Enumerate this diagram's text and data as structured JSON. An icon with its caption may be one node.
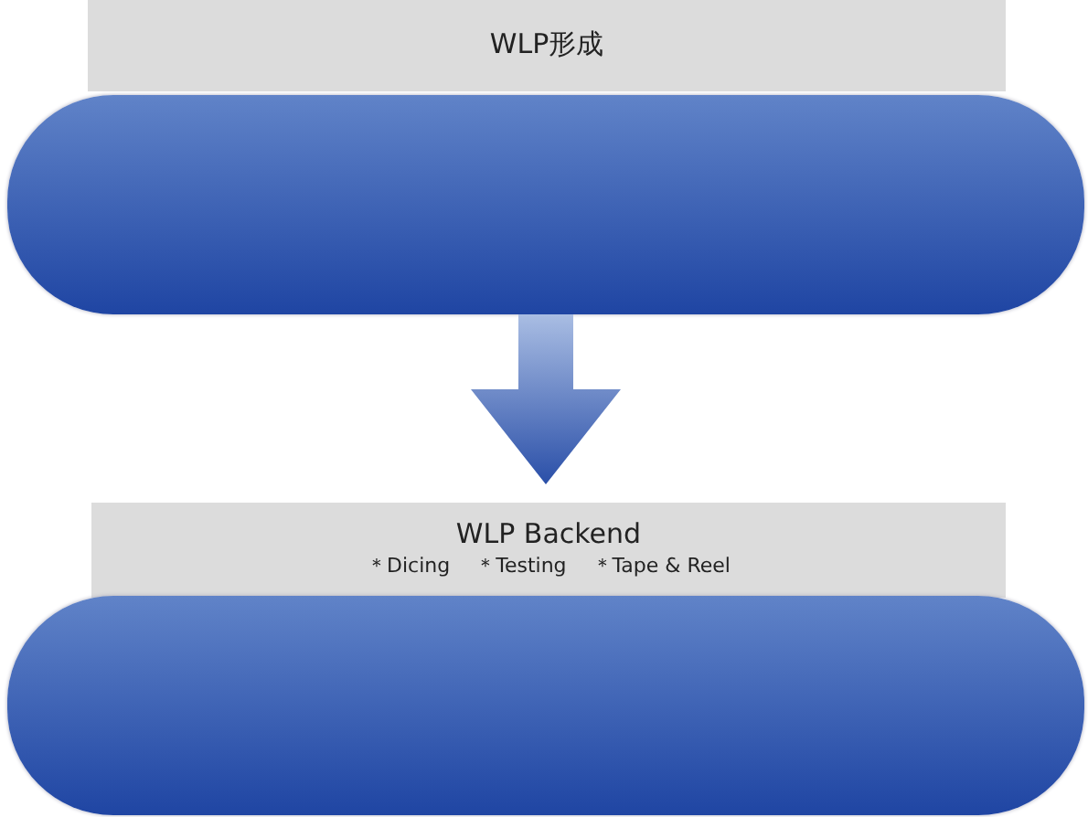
{
  "diagram": {
    "nodes": [
      {
        "text": [
          "WLP形成"
        ]
      },
      {
        "text": [],
        "shape": "box"
      },
      {
        "text": [
          "WLP Backend",
          "＊Dicing",
          "＊Testing",
          "＊Tape & Reel"
        ]
      },
      {
        "text": [],
        "shape": "box"
      }
    ],
    "edges": [
      {
        "from": 1,
        "to": 2,
        "arrow": "to",
        "style": "thick"
      }
    ]
  }
}
